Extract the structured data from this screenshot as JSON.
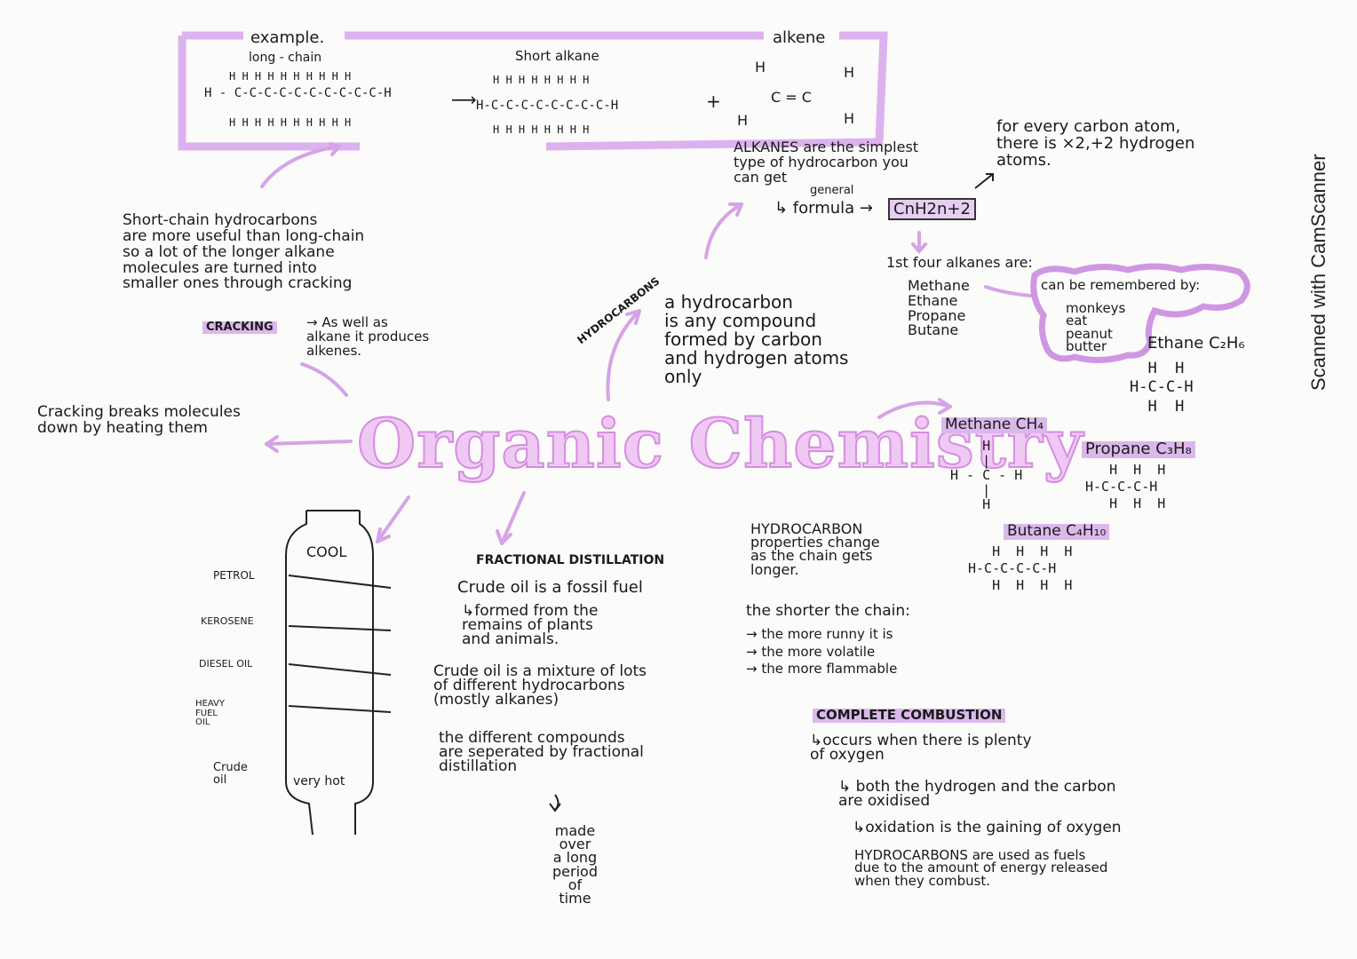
{
  "title": "Organic Chemistry",
  "watermark": "Scanned with CamScanner",
  "example_box": {
    "label": "example.",
    "long_chain_label": "long - chain",
    "long_chain_h_top": "H H H H H H H H H H",
    "long_chain_c": "H - C-C-C-C-C-C-C-C-C-C-H",
    "long_chain_h_bottom": "H H H H H H H H H H",
    "arrow": "⟶",
    "short_alkane_label": "Short alkane",
    "short_h_top": "H H H H H H H H",
    "short_c": "H-C-C-C-C-C-C-C-C-H",
    "short_h_bottom": "H H H H H H H H",
    "plus": "+",
    "alkene_label": "alkene",
    "alkene_h1": "H",
    "alkene_h2": "H",
    "alkene_cc": "C = C",
    "alkene_h3": "H",
    "alkene_h4": "H"
  },
  "short_chain_note": "Short-chain hydrocarbons\nare more useful than long-chain\nso a lot of the longer alkane\nmolecules are turned into\nsmaller ones through cracking",
  "cracking": {
    "label": "CRACKING",
    "note": "→ As well as\nalkane it produces\nalkenes."
  },
  "cracking_breaks": "Cracking breaks molecules\ndown by heating them",
  "hydrocarbons_label": "HYDROCARBONS",
  "hydrocarbon_def": "a hydrocarbon\nis any compound\nformed by carbon\nand hydrogen atoms\nonly",
  "alkanes": {
    "simplest": "ALKANES are the simplest\ntype of hydrocarbon you\ncan get",
    "general_label": "general",
    "formula_label": "↳ formula →",
    "formula": "CnH2n+2",
    "every_carbon": "for every carbon atom,\nthere is ×2,+2 hydrogen\natoms.",
    "first_four_label": "1st four alkanes are:",
    "first_four": "Methane\nEthane\nPropane\nButane",
    "remembered_label": "can be remembered by:",
    "mnemonic": "monkeys\neat\npeanut\nbutter"
  },
  "structures": {
    "methane_label": "Methane CH₄",
    "methane": "    H\n    |\nH - C - H\n    |\n    H",
    "ethane_label": "Ethane C₂H₆",
    "ethane": "  H  H\nH-C-C-H\n  H  H",
    "propane_label": "Propane C₃H₈",
    "propane": "   H  H  H\nH-C-C-C-H\n   H  H  H",
    "butane_label": "Butane C₄H₁₀",
    "butane": "   H  H  H  H\nH-C-C-C-C-H\n   H  H  H  H"
  },
  "column": {
    "cool": "COOL",
    "very_hot": "very hot",
    "petrol": "PETROL",
    "kerosene": "KEROSENE",
    "diesel": "DIESEL OIL",
    "heavy_fuel": "HEAVY\nFUEL\nOIL",
    "crude_oil": "Crude\noil"
  },
  "fractional": {
    "label": "FRACTIONAL DISTILLATION",
    "fossil": "Crude oil is a fossil fuel",
    "formed": "↳formed from the\nremains of plants\nand animals.",
    "mixture": "Crude oil is a mixture of lots\nof different hydrocarbons\n(mostly alkanes)",
    "separated": "the different compounds\nare seperated by fractional\ndistillation",
    "made": "made\nover\na long\nperiod\nof\ntime"
  },
  "properties": {
    "change": "HYDROCARBON\nproperties change\nas the chain gets\nlonger.",
    "shorter": "the shorter the chain:",
    "list": "→ the more runny it is\n→ the more volatile\n→ the more flammable"
  },
  "combustion": {
    "label": "COMPLETE COMBUSTION",
    "occurs": "↳occurs when there is plenty\nof oxygen",
    "both": "↳ both the hydrogen and the carbon\nare oxidised",
    "oxidation": "↳oxidation is the gaining of oxygen",
    "fuels": "HYDROCARBONS are used as fuels\ndue to the amount of energy released\nwhen they combust."
  },
  "colors": {
    "accent": "#dbb8ec",
    "arrow": "#d6a3e6",
    "ink": "#1a1a1a"
  }
}
